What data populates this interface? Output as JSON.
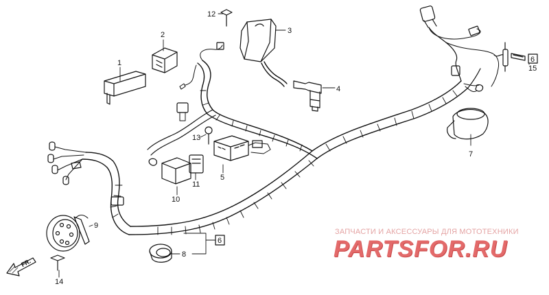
{
  "callouts": {
    "c1": "1",
    "c2": "2",
    "c3": "3",
    "c4": "4",
    "c5": "5",
    "c6": "6",
    "c6b": "6",
    "c7": "7",
    "c8": "8",
    "c9": "9",
    "c10": "10",
    "c11": "11",
    "c12": "12",
    "c13": "13",
    "c14": "14",
    "c15": "15"
  },
  "direction_label": "FR.",
  "watermark": {
    "subtitle": "ЗАПЧАСТИ И АКСЕССУАРЫ ДЛЯ МОТОТЕХНИКИ",
    "brand": "PARTSFOR.RU",
    "color": "#e36a6a"
  }
}
